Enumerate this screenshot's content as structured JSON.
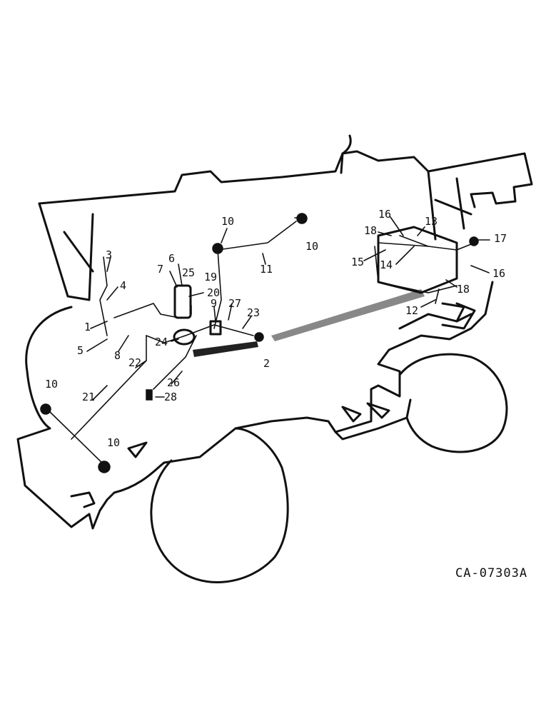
{
  "drawing_code": "CA-07303A",
  "callouts": [
    {
      "id": "c3",
      "text": "3"
    },
    {
      "id": "c4",
      "text": "4"
    },
    {
      "id": "c1",
      "text": "1"
    },
    {
      "id": "c5",
      "text": "5"
    },
    {
      "id": "c8",
      "text": "8"
    },
    {
      "id": "c22",
      "text": "22"
    },
    {
      "id": "c21",
      "text": "21"
    },
    {
      "id": "c10a",
      "text": "10"
    },
    {
      "id": "c10b",
      "text": "10"
    },
    {
      "id": "c10c",
      "text": "10"
    },
    {
      "id": "c10d",
      "text": "10"
    },
    {
      "id": "c6",
      "text": "6"
    },
    {
      "id": "c7",
      "text": "7"
    },
    {
      "id": "c25",
      "text": "25"
    },
    {
      "id": "c19",
      "text": "19"
    },
    {
      "id": "c20",
      "text": "20"
    },
    {
      "id": "c9",
      "text": "9"
    },
    {
      "id": "c27",
      "text": "27"
    },
    {
      "id": "c23",
      "text": "23"
    },
    {
      "id": "c24",
      "text": "24"
    },
    {
      "id": "c26",
      "text": "26"
    },
    {
      "id": "c28",
      "text": "28"
    },
    {
      "id": "c2",
      "text": "2"
    },
    {
      "id": "c11",
      "text": "11"
    },
    {
      "id": "c16a",
      "text": "16"
    },
    {
      "id": "c18a",
      "text": "18"
    },
    {
      "id": "c13",
      "text": "13"
    },
    {
      "id": "c15",
      "text": "15"
    },
    {
      "id": "c14",
      "text": "14"
    },
    {
      "id": "c17",
      "text": "17"
    },
    {
      "id": "c16b",
      "text": "16"
    },
    {
      "id": "c18b",
      "text": "18"
    },
    {
      "id": "c12",
      "text": "12"
    }
  ]
}
